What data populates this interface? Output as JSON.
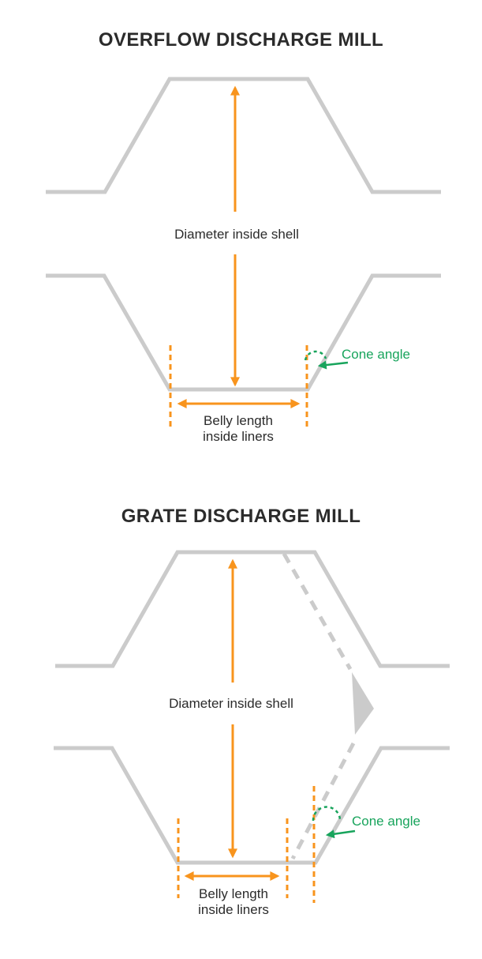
{
  "colors": {
    "outline": "#CBCBCB",
    "dimension": "#F8941D",
    "angle": "#18A45C",
    "text": "#2B2B2B"
  },
  "diagrams": [
    {
      "id": "overflow",
      "title": "OVERFLOW DISCHARGE MILL",
      "labels": {
        "diameter": "Diameter inside shell",
        "belly_line1": "Belly length",
        "belly_line2": "inside liners",
        "cone": "Cone angle"
      }
    },
    {
      "id": "grate",
      "title": "GRATE DISCHARGE MILL",
      "labels": {
        "diameter": "Diameter inside shell",
        "belly_line1": "Belly length",
        "belly_line2": "inside liners",
        "cone": "Cone angle"
      }
    }
  ]
}
